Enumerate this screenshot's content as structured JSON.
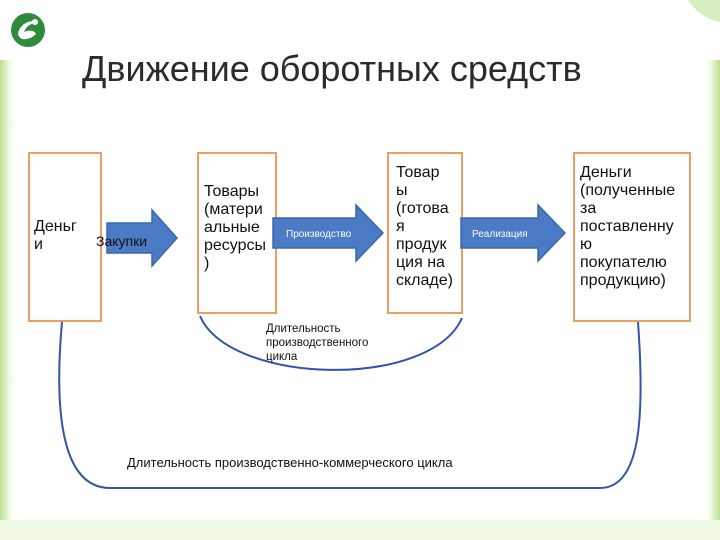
{
  "title": "Движение оборотных средств",
  "nodes": {
    "money": "Деньг\nи",
    "materials": "Товары\n(матери\nальные\nресурсы\n)",
    "goods": "Товар\nы\n(готова\nя\nпродук\nция на\nскладе)",
    "money_received": "Деньги\n(полученные\nза\nпоставленну\nю\nпокупателю\nпродукцию)"
  },
  "arrows": {
    "purchase": "Закупки",
    "production": "Производство",
    "sales": "Реализация"
  },
  "durations": {
    "production_cycle": "Длительность\nпроизводственного\nцикла",
    "full_cycle": "Длительность производственно-коммерческого цикла"
  },
  "colors": {
    "box_border": "#e8a060",
    "arrow_fill": "#4a7bc4",
    "arrow_stroke": "#3a68ad",
    "curve": "#3355a8",
    "green_accent": "#7cc242"
  },
  "icons": [
    "logo-icon"
  ]
}
